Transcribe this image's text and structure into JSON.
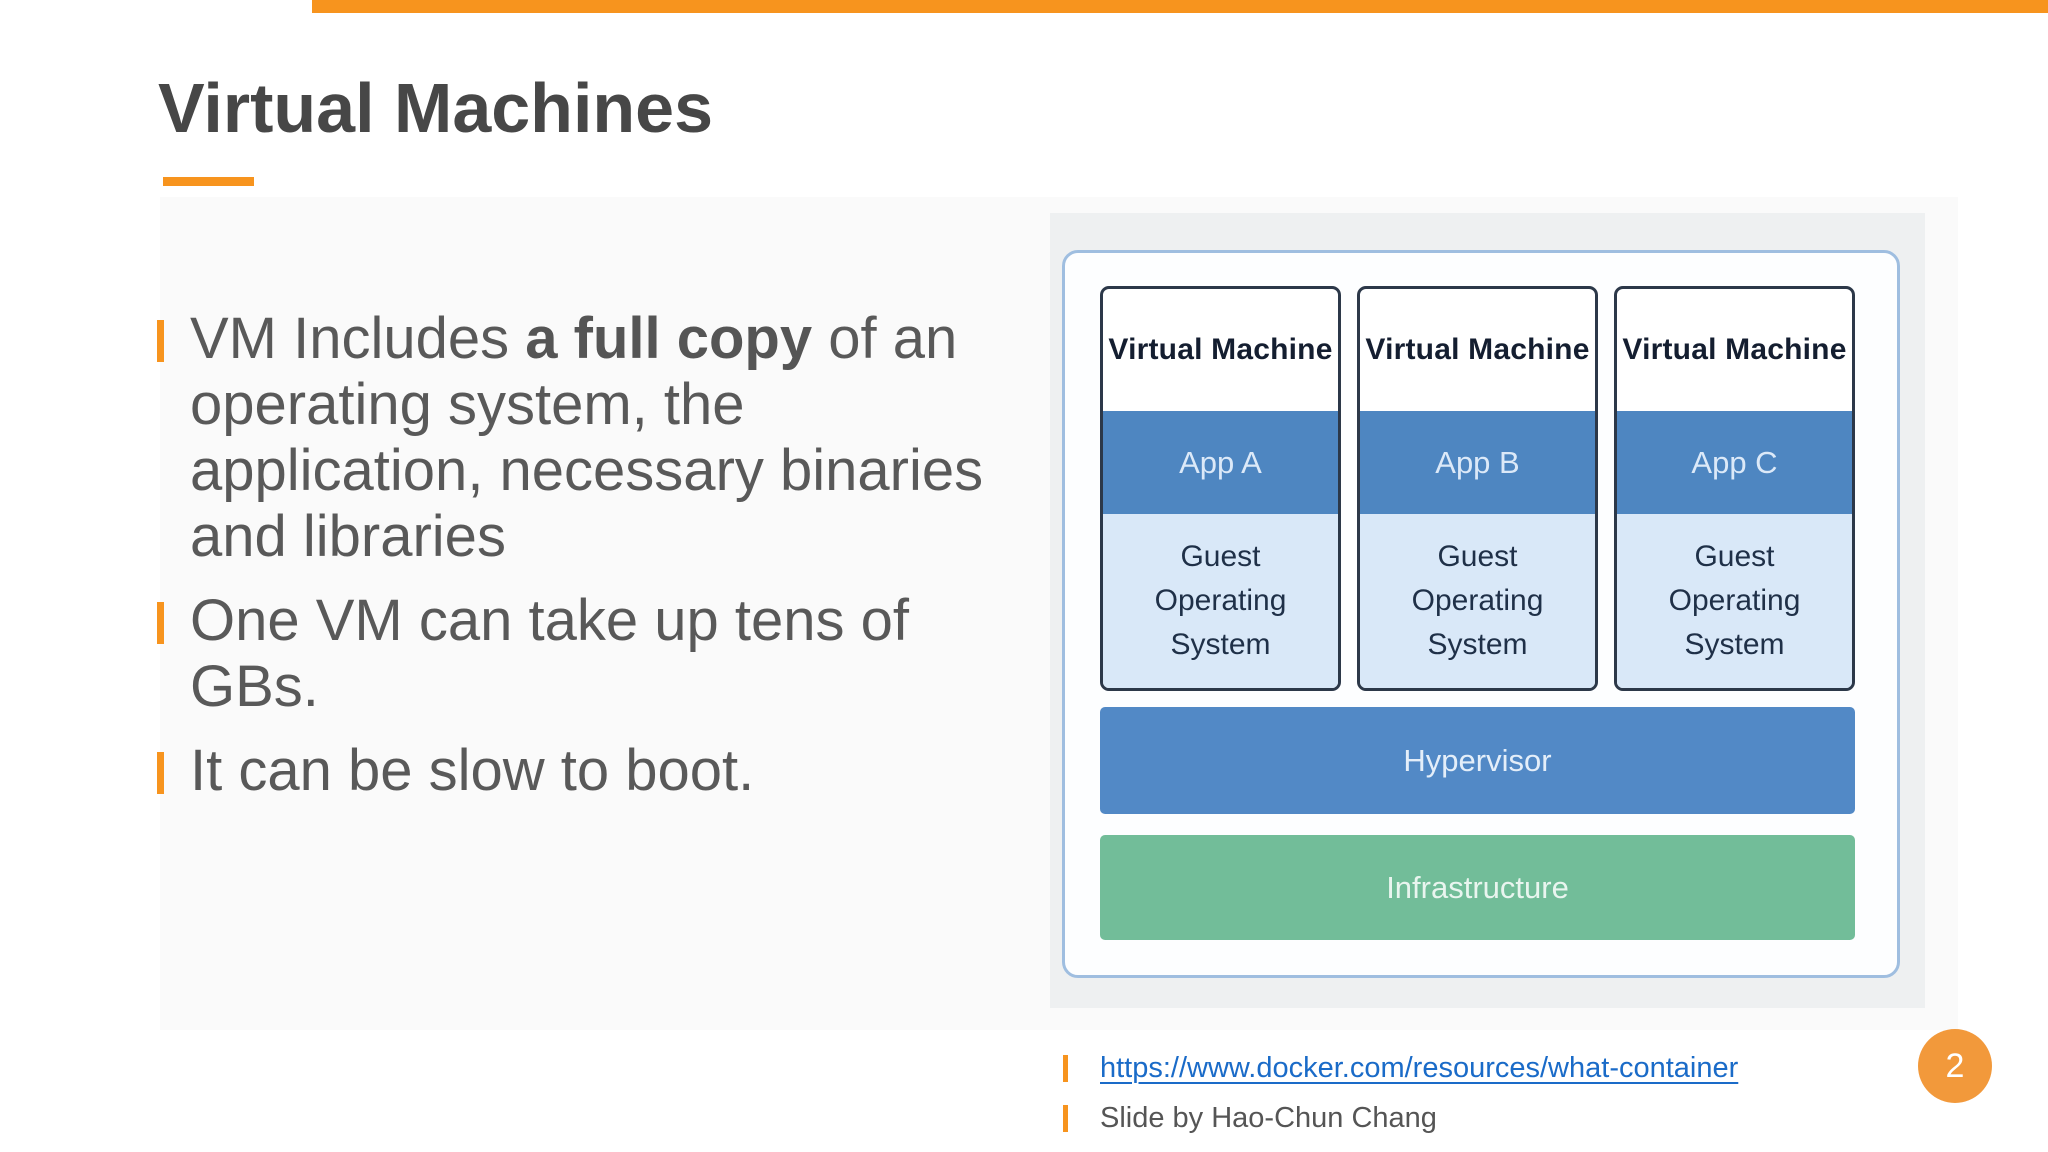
{
  "slide": {
    "title": "Virtual Machines",
    "page_number": "2",
    "bullets": [
      {
        "pre": "VM Includes ",
        "bold": "a full copy",
        "post": " of an operating system, the application, necessary binaries and libraries"
      },
      {
        "pre": "One VM can take up tens of GBs.",
        "bold": "",
        "post": ""
      },
      {
        "pre": "It can be slow to boot.",
        "bold": "",
        "post": ""
      }
    ],
    "references": {
      "link": "https://www.docker.com/resources/what-container",
      "credit": "Slide by Hao-Chun Chang"
    }
  },
  "diagram": {
    "vms": [
      {
        "title": "Virtual Machine",
        "app": "App A",
        "os": "Guest Operating System"
      },
      {
        "title": "Virtual Machine",
        "app": "App B",
        "os": "Guest Operating System"
      },
      {
        "title": "Virtual Machine",
        "app": "App C",
        "os": "Guest Operating System"
      }
    ],
    "hypervisor_label": "Hypervisor",
    "infrastructure_label": "Infrastructure"
  },
  "colors": {
    "accent_orange": "#F7941E",
    "page_circle_orange": "#F2993B",
    "title_gray": "#474747",
    "body_gray": "#595959",
    "link_blue": "#1A6BC8",
    "app_band_blue": "#4E86C1",
    "hypervisor_blue": "#5289C6",
    "guest_os_light_blue": "#D9E8F8",
    "infrastructure_green": "#72BD99",
    "vm_box_border": "#2C3849",
    "container_border": "#9FBEE0",
    "diagram_panel_gray": "#EEF0F1"
  }
}
